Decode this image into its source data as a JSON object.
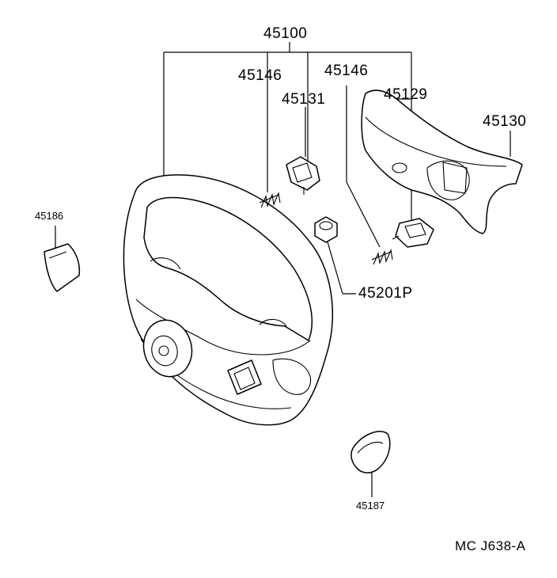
{
  "diagram": {
    "labels": {
      "assembly": "45100",
      "spring_left": "45146",
      "spring_right": "45146",
      "bracket": "45131",
      "bracket_right": "45129",
      "pad": "45130",
      "nut": "45201P",
      "cover_left": "45186",
      "cover_bottom": "45187",
      "figure_code": "MC J638-A"
    }
  }
}
